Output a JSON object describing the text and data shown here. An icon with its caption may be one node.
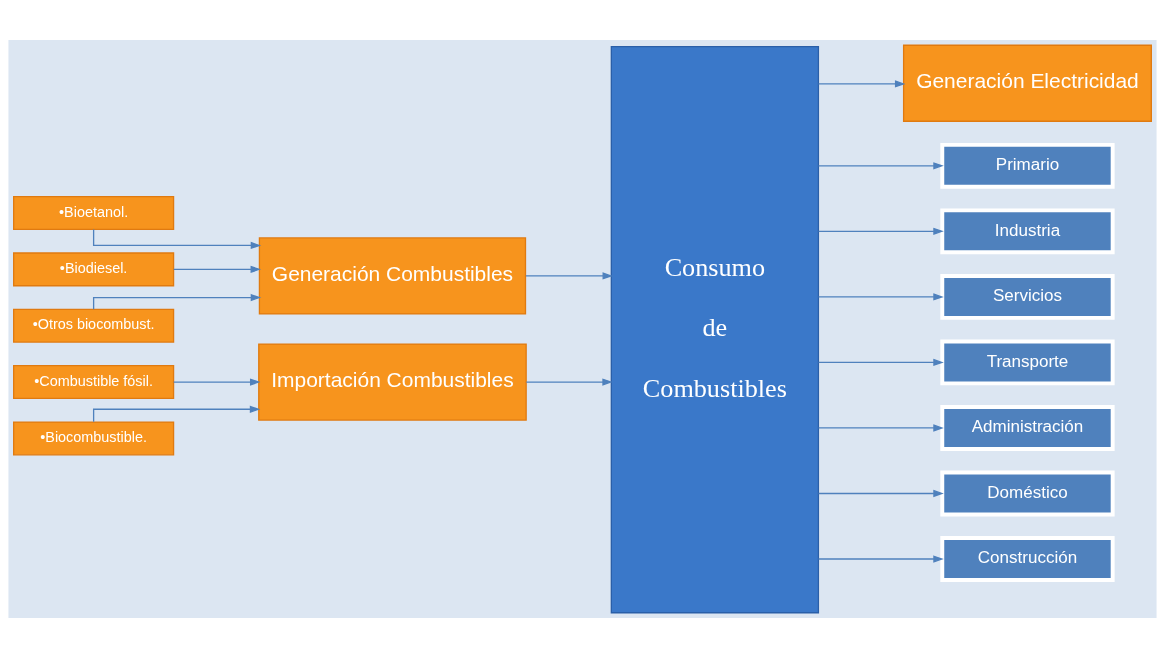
{
  "diagram": {
    "nodes": [
      {
        "text": [
          "•Bioetanol."
        ]
      },
      {
        "text": [
          "•Biodiesel."
        ]
      },
      {
        "text": [
          "•Otros biocombust."
        ]
      },
      {
        "text": [
          "Generación Combustibles"
        ]
      },
      {
        "text": [
          "•Combustible fósil."
        ]
      },
      {
        "text": [
          "•Biocombustible."
        ]
      },
      {
        "text": [
          "Importación Combustibles"
        ]
      },
      {
        "text": [
          "Consumo de Combustibles"
        ]
      },
      {
        "text": [
          "Generación Electricidad"
        ]
      },
      {
        "text": [
          "Primario"
        ]
      },
      {
        "text": [
          "Industria"
        ]
      },
      {
        "text": [
          "Servicios"
        ]
      },
      {
        "text": [
          "Transporte"
        ]
      },
      {
        "text": [
          "Administración"
        ]
      },
      {
        "text": [
          "Doméstico"
        ]
      },
      {
        "text": [
          "Construcción"
        ]
      }
    ],
    "edges": [
      {
        "from": 0,
        "to": 3,
        "arrow": "to"
      },
      {
        "from": 1,
        "to": 3,
        "arrow": "to"
      },
      {
        "from": 2,
        "to": 3,
        "arrow": "to"
      },
      {
        "from": 4,
        "to": 6,
        "arrow": "to"
      },
      {
        "from": 5,
        "to": 6,
        "arrow": "to"
      },
      {
        "from": 3,
        "to": 7,
        "arrow": "to"
      },
      {
        "from": 6,
        "to": 7,
        "arrow": "to"
      },
      {
        "from": 7,
        "to": 8,
        "arrow": "to"
      },
      {
        "from": 7,
        "to": 9,
        "arrow": "to"
      },
      {
        "from": 7,
        "to": 10,
        "arrow": "to"
      },
      {
        "from": 7,
        "to": 11,
        "arrow": "to"
      },
      {
        "from": 7,
        "to": 12,
        "arrow": "to"
      },
      {
        "from": 7,
        "to": 13,
        "arrow": "to"
      },
      {
        "from": 7,
        "to": 14,
        "arrow": "to"
      },
      {
        "from": 7,
        "to": 15,
        "arrow": "to"
      }
    ]
  }
}
